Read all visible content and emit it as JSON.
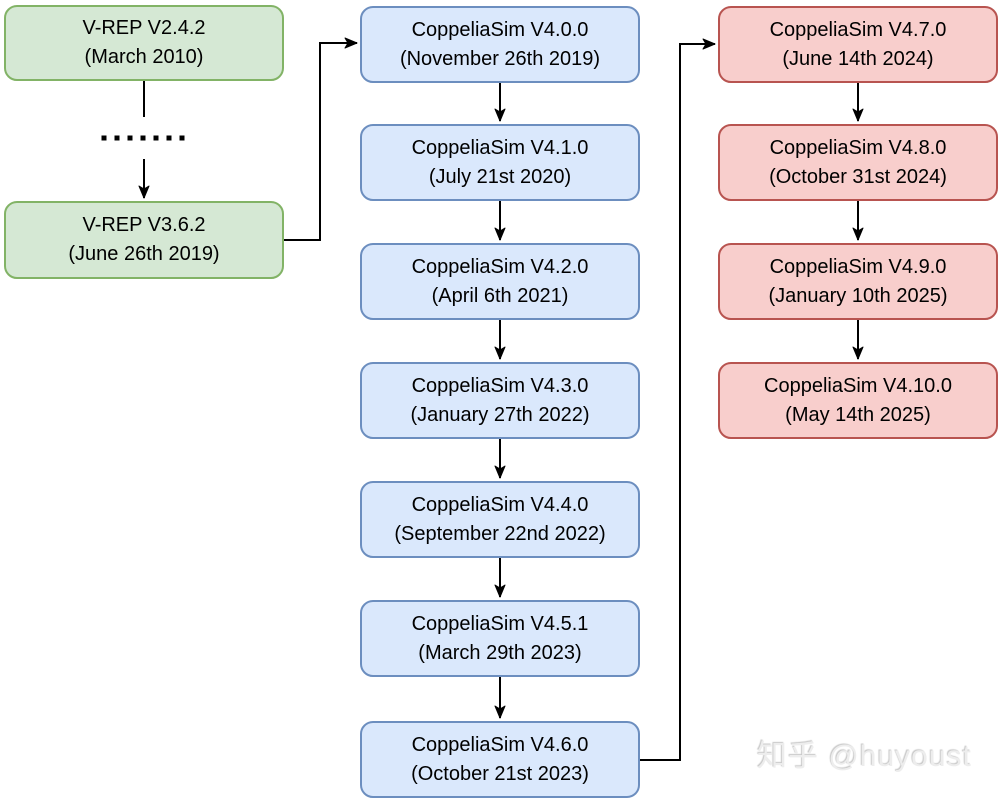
{
  "diagram": {
    "colors": {
      "vrep": {
        "fill": "#d5e8d4",
        "border": "#82b366"
      },
      "sim4": {
        "fill": "#dae8fc",
        "border": "#6c8ebf"
      },
      "sim47": {
        "fill": "#f8cecc",
        "border": "#b85450"
      },
      "edge": "#000000"
    },
    "nodes": [
      {
        "title": "V-REP V2.4.2",
        "date": "(March 2010)"
      },
      {
        "title": "V-REP V3.6.2",
        "date": "(June 26th 2019)"
      },
      {
        "title": "CoppeliaSim V4.0.0",
        "date": "(November 26th 2019)"
      },
      {
        "title": "CoppeliaSim V4.1.0",
        "date": "(July 21st 2020)"
      },
      {
        "title": "CoppeliaSim V4.2.0",
        "date": "(April 6th 2021)"
      },
      {
        "title": "CoppeliaSim V4.3.0",
        "date": "(January 27th 2022)"
      },
      {
        "title": "CoppeliaSim V4.4.0",
        "date": "(September 22nd 2022)"
      },
      {
        "title": "CoppeliaSim V4.5.1",
        "date": "(March 29th 2023)"
      },
      {
        "title": "CoppeliaSim V4.6.0",
        "date": "(October 21st 2023)"
      },
      {
        "title": "CoppeliaSim V4.7.0",
        "date": "(June 14th 2024)"
      },
      {
        "title": "CoppeliaSim V4.8.0",
        "date": "(October 31st 2024)"
      },
      {
        "title": "CoppeliaSim V4.9.0",
        "date": "(January 10th 2025)"
      },
      {
        "title": "CoppeliaSim V4.10.0",
        "date": "(May 14th 2025)"
      }
    ]
  },
  "watermark": {
    "text": "知乎 @huyoust"
  }
}
